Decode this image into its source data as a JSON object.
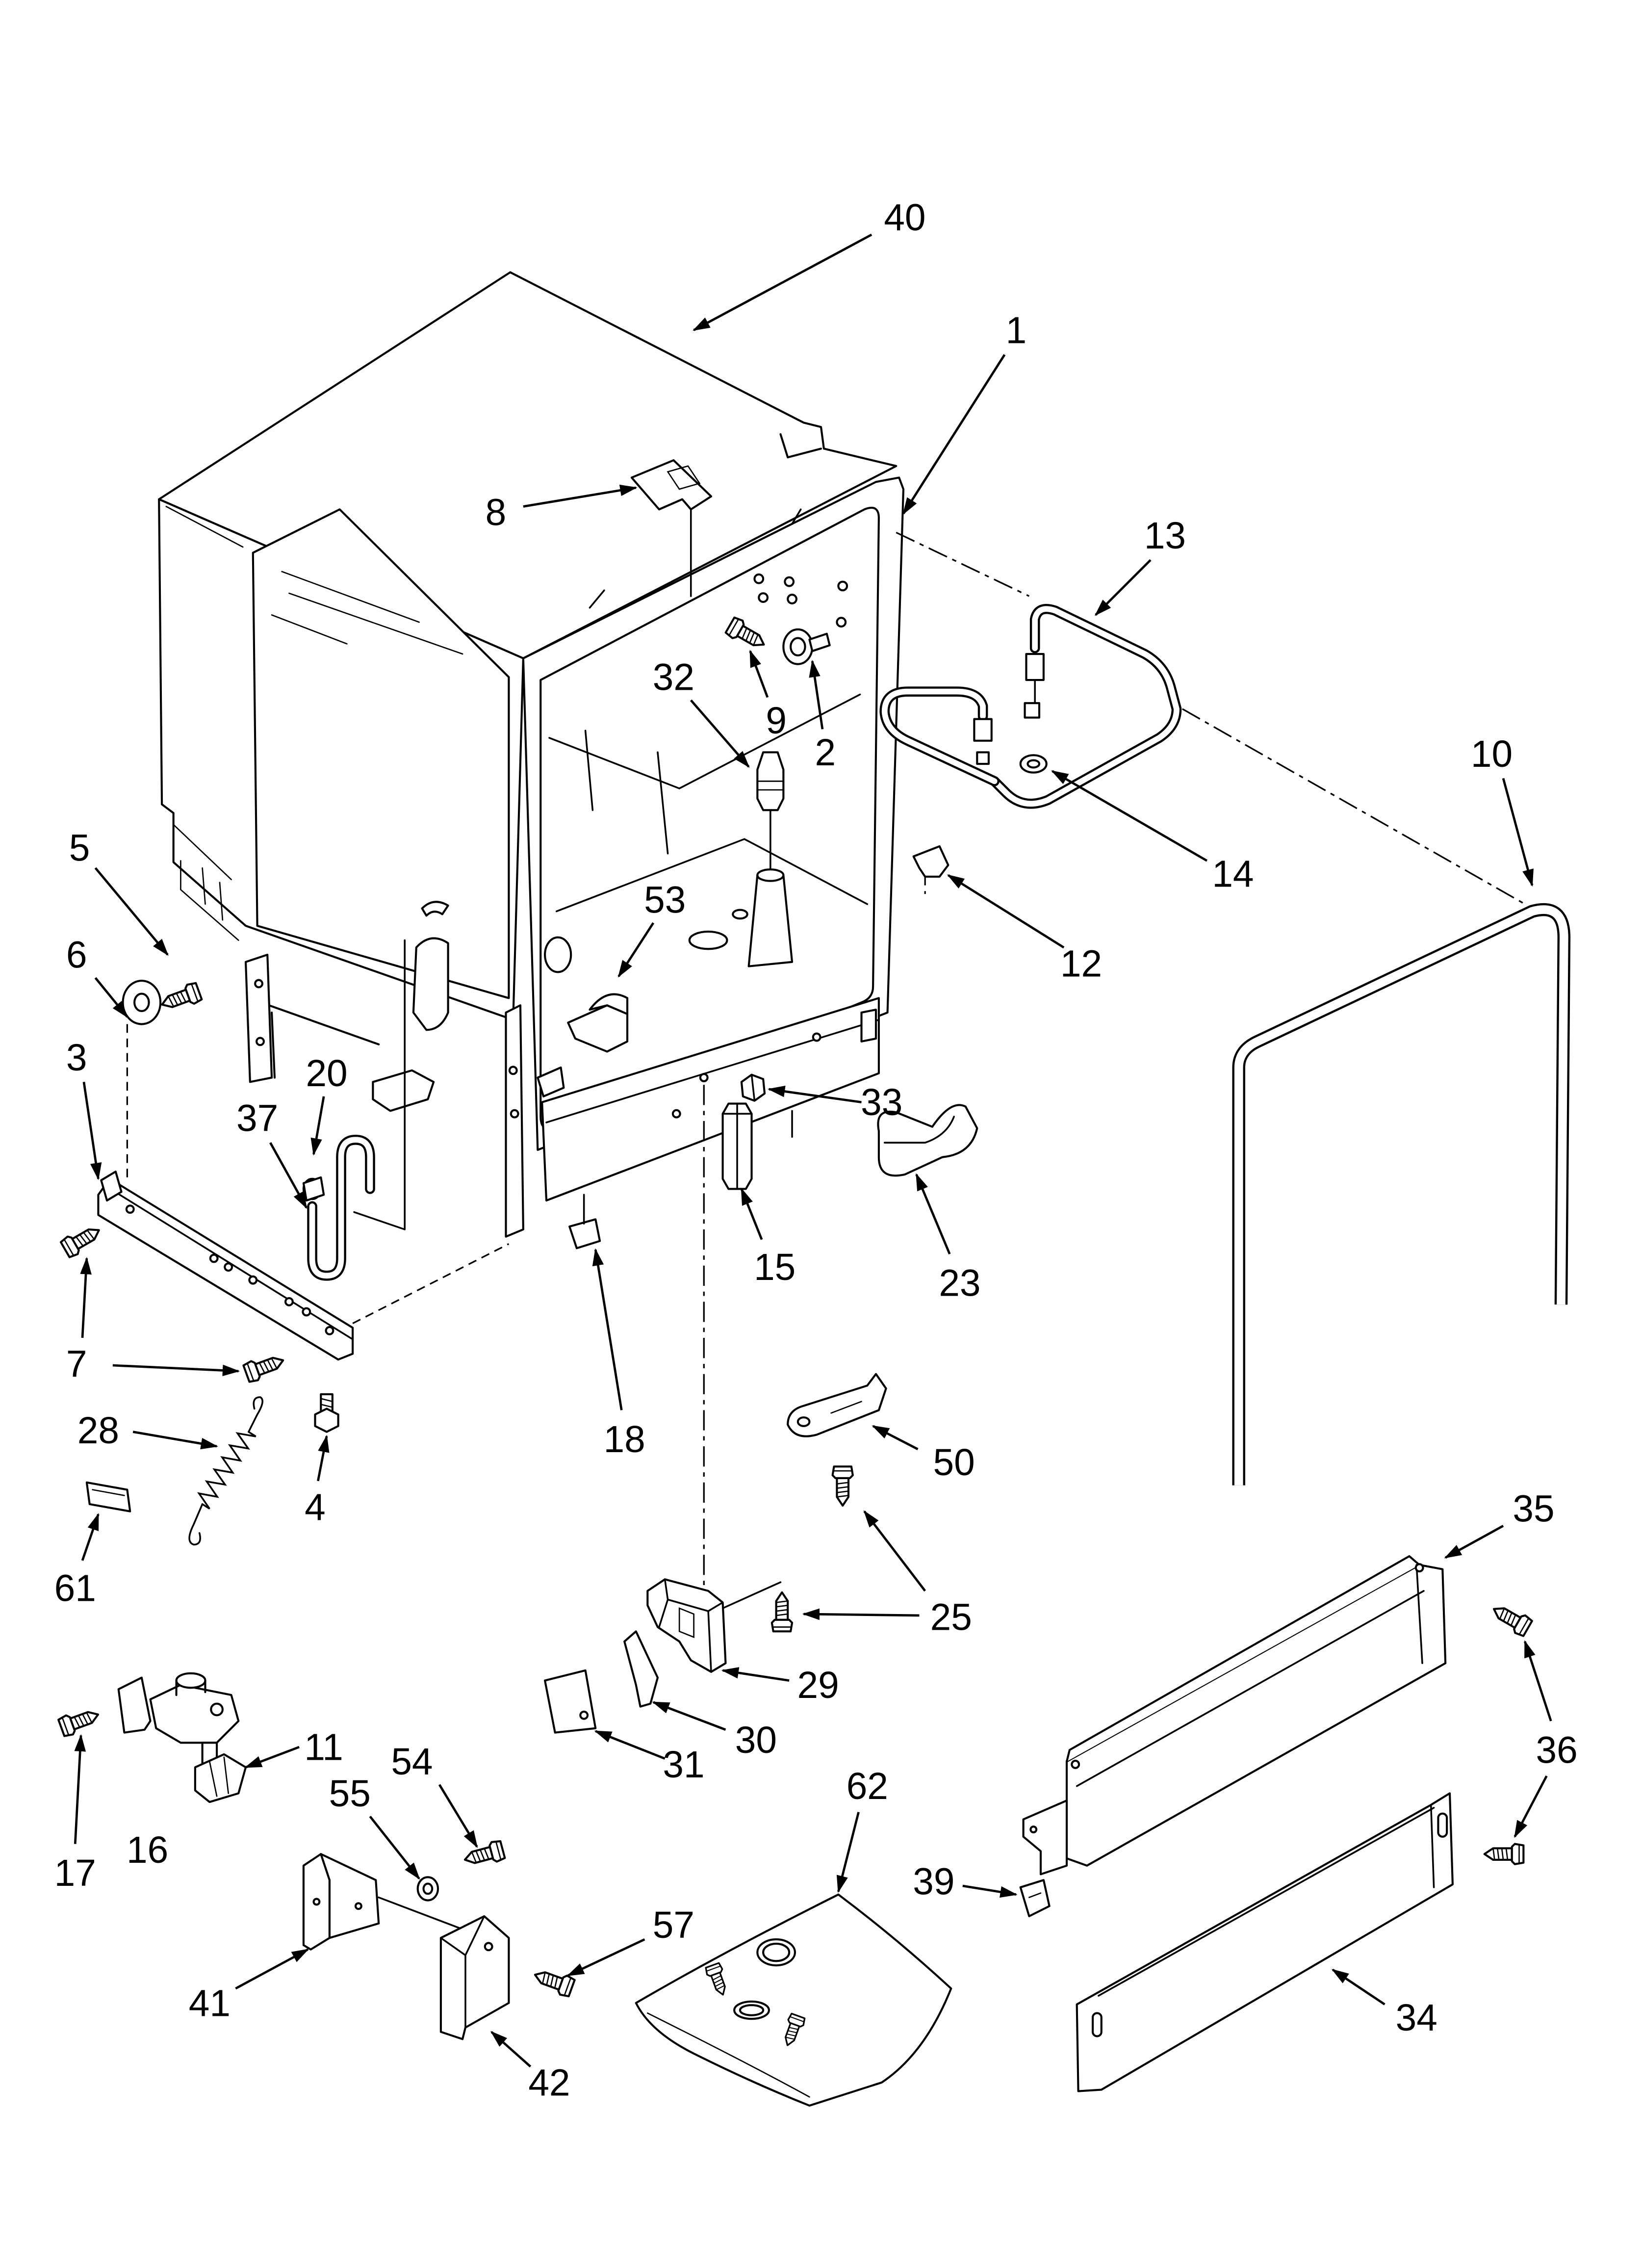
{
  "callouts": [
    "40",
    "1",
    "8",
    "13",
    "32",
    "9",
    "2",
    "10",
    "5",
    "14",
    "6",
    "53",
    "12",
    "3",
    "20",
    "37",
    "33",
    "15",
    "23",
    "7",
    "18",
    "28",
    "4",
    "50",
    "61",
    "35",
    "25",
    "29",
    "36",
    "11",
    "30",
    "31",
    "54",
    "62",
    "17",
    "16",
    "55",
    "39",
    "57",
    "41",
    "34",
    "42"
  ],
  "colors": {
    "line": "#000000",
    "background": "#ffffff"
  }
}
